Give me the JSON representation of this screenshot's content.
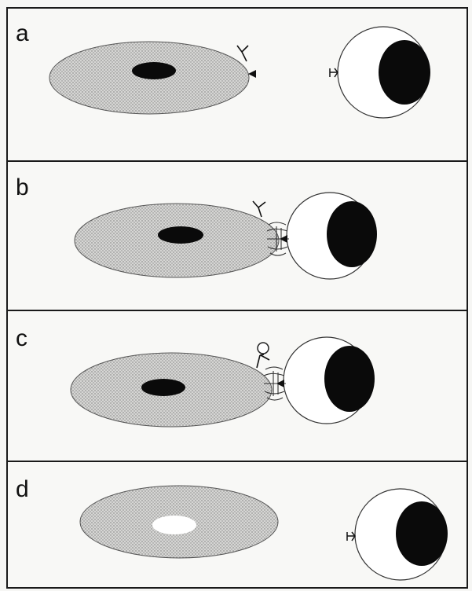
{
  "figure": {
    "panels": [
      {
        "label": "a",
        "nucleus": "dark"
      },
      {
        "label": "b",
        "nucleus": "dark"
      },
      {
        "label": "c",
        "nucleus": "dark"
      },
      {
        "label": "d",
        "nucleus": "cleared"
      }
    ]
  },
  "colors": {
    "background": "#f6f6f4",
    "panel_border": "#1a1a1a",
    "cell_fill": "#d4d4d2",
    "nucleus": "#0a0a0a",
    "target_cell_fill": "#ffffff",
    "cleared_nucleus": "#ffffff"
  }
}
